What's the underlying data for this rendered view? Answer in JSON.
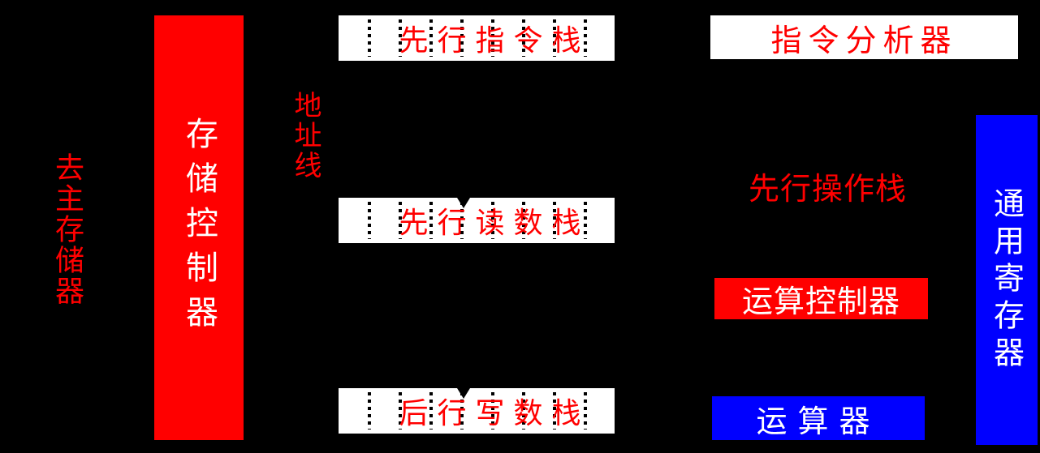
{
  "colors": {
    "background": "#000000",
    "red": "#ff0000",
    "blue": "#0000ff",
    "white": "#ffffff"
  },
  "left": {
    "to_main_memory": "去主存储器",
    "memory_controller": "存储控制器",
    "address_line": "地址线"
  },
  "stacks": [
    {
      "label": "先行指令栈",
      "has_arrow": false
    },
    {
      "label": "先行读数栈",
      "has_arrow": true
    },
    {
      "label": "后行写数栈",
      "has_arrow": true
    }
  ],
  "right": {
    "instruction_analyzer": "指令分析器",
    "lookahead_operation_stack": "先行操作栈",
    "operation_controller": "运算控制器",
    "arithmetic_unit": "运算器",
    "general_registers": "通用寄存器"
  }
}
